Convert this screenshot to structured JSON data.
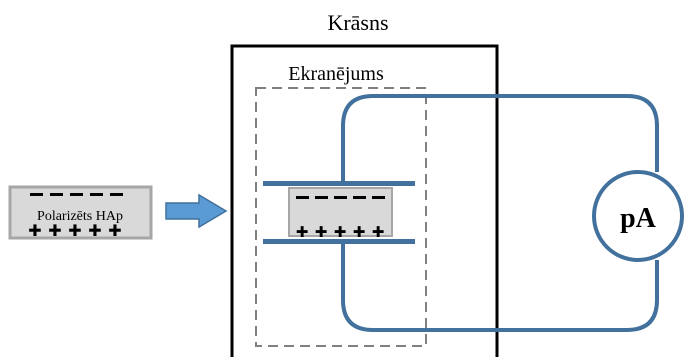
{
  "labels": {
    "oven": "Krāsns",
    "shield": "Ekranējums",
    "sample": "Polarizēts HAp",
    "meter": "pA"
  },
  "glyphs": {
    "minus": "−",
    "plus": "✚"
  },
  "colors": {
    "wire": "#41719c",
    "arrow_fill": "#5b9bd5",
    "arrow_stroke": "#41719c",
    "sample_fill": "#d9d9d9",
    "sample_stroke": "#a6a6a6",
    "shield_dash": "#808080",
    "oven_border": "#000000"
  },
  "icons": {
    "arrow": "right-arrow-icon",
    "meter": "picoammeter-icon"
  }
}
